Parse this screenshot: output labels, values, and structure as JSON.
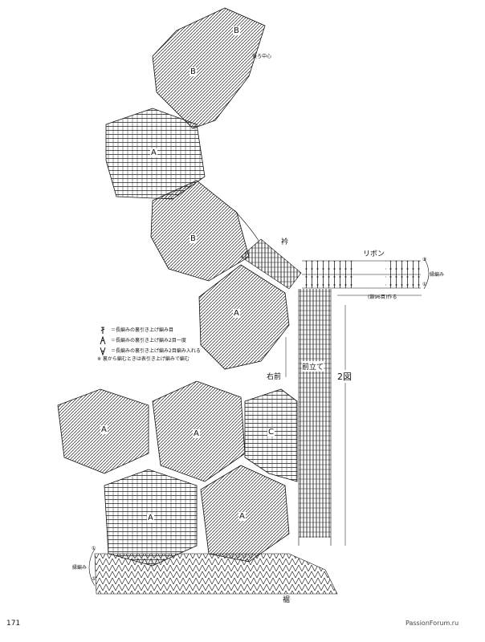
{
  "diagram": {
    "motifs": {
      "top_b": "B",
      "upper_b": "B",
      "upper_a": "A",
      "middle_b": "B",
      "shoulder_a": "A",
      "lower_a_left": "A",
      "lower_a_center": "A",
      "lower_c": "C",
      "lower_a_bottom": "A",
      "lower_a_bottom_right": "A"
    },
    "labels": {
      "back_center": "後ろ中心",
      "collar": "衿",
      "ribbon": "リボン",
      "ribbon_edging": "縁編み",
      "ribbon_chain": "(鎖96目)作る",
      "ribbon_mark_top": "③",
      "ribbon_mark_bottom": "①",
      "right_front": "右前",
      "front_band": "前立て",
      "figure": "2図",
      "hem": "裾",
      "hem_edging": "縁編み",
      "hem_mark_top": "①",
      "hem_mark_bottom": "⑤"
    },
    "legend": [
      {
        "icon": "long-stitch-back-post-icon",
        "text": "＝長編みの裏引き上げ編み目"
      },
      {
        "icon": "long-stitch-back-post-decrease-icon",
        "text": "＝長編みの裏引き上げ編み2目一度"
      },
      {
        "icon": "long-stitch-back-post-increase-icon",
        "text": "＝長編みの裏引き上げ編み2目編み入れる"
      }
    ],
    "note": "※ 裏から編むときは表引き上げ編みで編む"
  },
  "footer": {
    "page_number": "171",
    "watermark": "PassionForum.ru"
  }
}
